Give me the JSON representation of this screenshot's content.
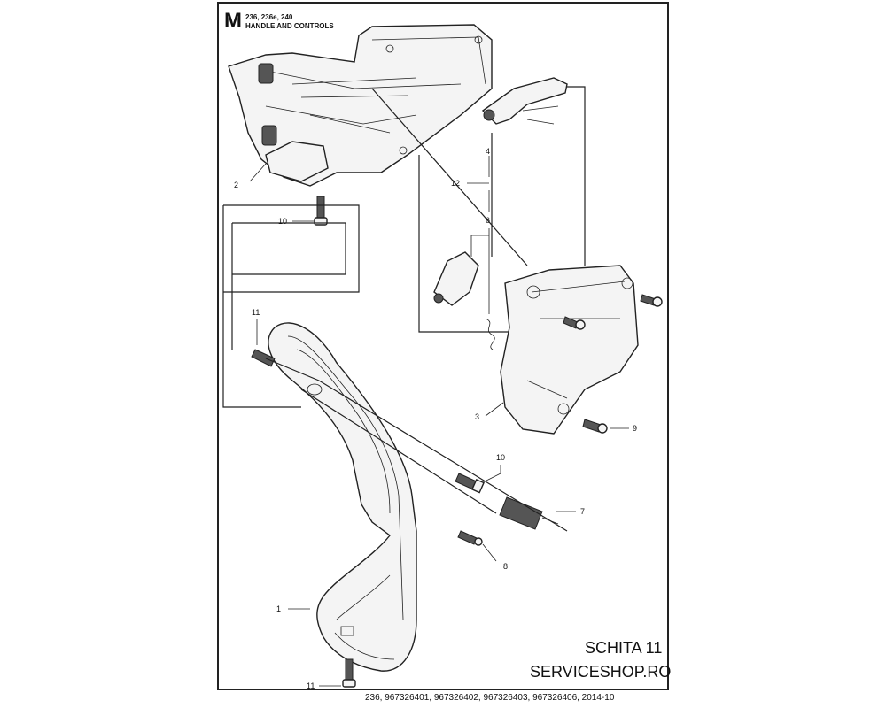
{
  "header": {
    "section_letter": "M",
    "models": "236, 236e, 240",
    "title": "HANDLE AND CONTROLS"
  },
  "callouts": [
    {
      "id": "c1",
      "label": "1"
    },
    {
      "id": "c2",
      "label": "2"
    },
    {
      "id": "c3",
      "label": "3"
    },
    {
      "id": "c4",
      "label": "4"
    },
    {
      "id": "c6",
      "label": "6"
    },
    {
      "id": "c7",
      "label": "7"
    },
    {
      "id": "c8",
      "label": "8"
    },
    {
      "id": "c9",
      "label": "9"
    },
    {
      "id": "c10a",
      "label": "10"
    },
    {
      "id": "c10b",
      "label": "10"
    },
    {
      "id": "c11a",
      "label": "11"
    },
    {
      "id": "c11b",
      "label": "11"
    },
    {
      "id": "c12",
      "label": "12"
    }
  ],
  "sketch_label": "SCHITA 11",
  "shop_label": "SERVICESHOP.RO",
  "footer": "236, 967326401, 967326402, 967326403, 967326406, 2014-10"
}
